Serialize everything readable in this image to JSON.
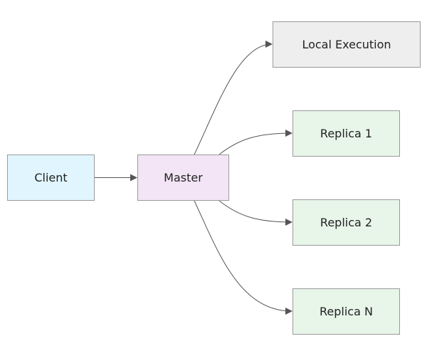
{
  "diagram": {
    "nodes": {
      "client": "Client",
      "master": "Master",
      "local_execution": "Local Execution",
      "replica_1": "Replica 1",
      "replica_2": "Replica 2",
      "replica_n": "Replica N"
    },
    "edges": [
      {
        "from": "Client",
        "to": "Master"
      },
      {
        "from": "Master",
        "to": "Local Execution"
      },
      {
        "from": "Master",
        "to": "Replica 1"
      },
      {
        "from": "Master",
        "to": "Replica 2"
      },
      {
        "from": "Master",
        "to": "Replica N"
      }
    ],
    "colors": {
      "client_fill": "#e1f5fe",
      "master_fill": "#f3e5f5",
      "local_fill": "#eeeeee",
      "replica_fill": "#e8f5e9",
      "border": "#9a9a9a",
      "edge": "#555555"
    }
  }
}
